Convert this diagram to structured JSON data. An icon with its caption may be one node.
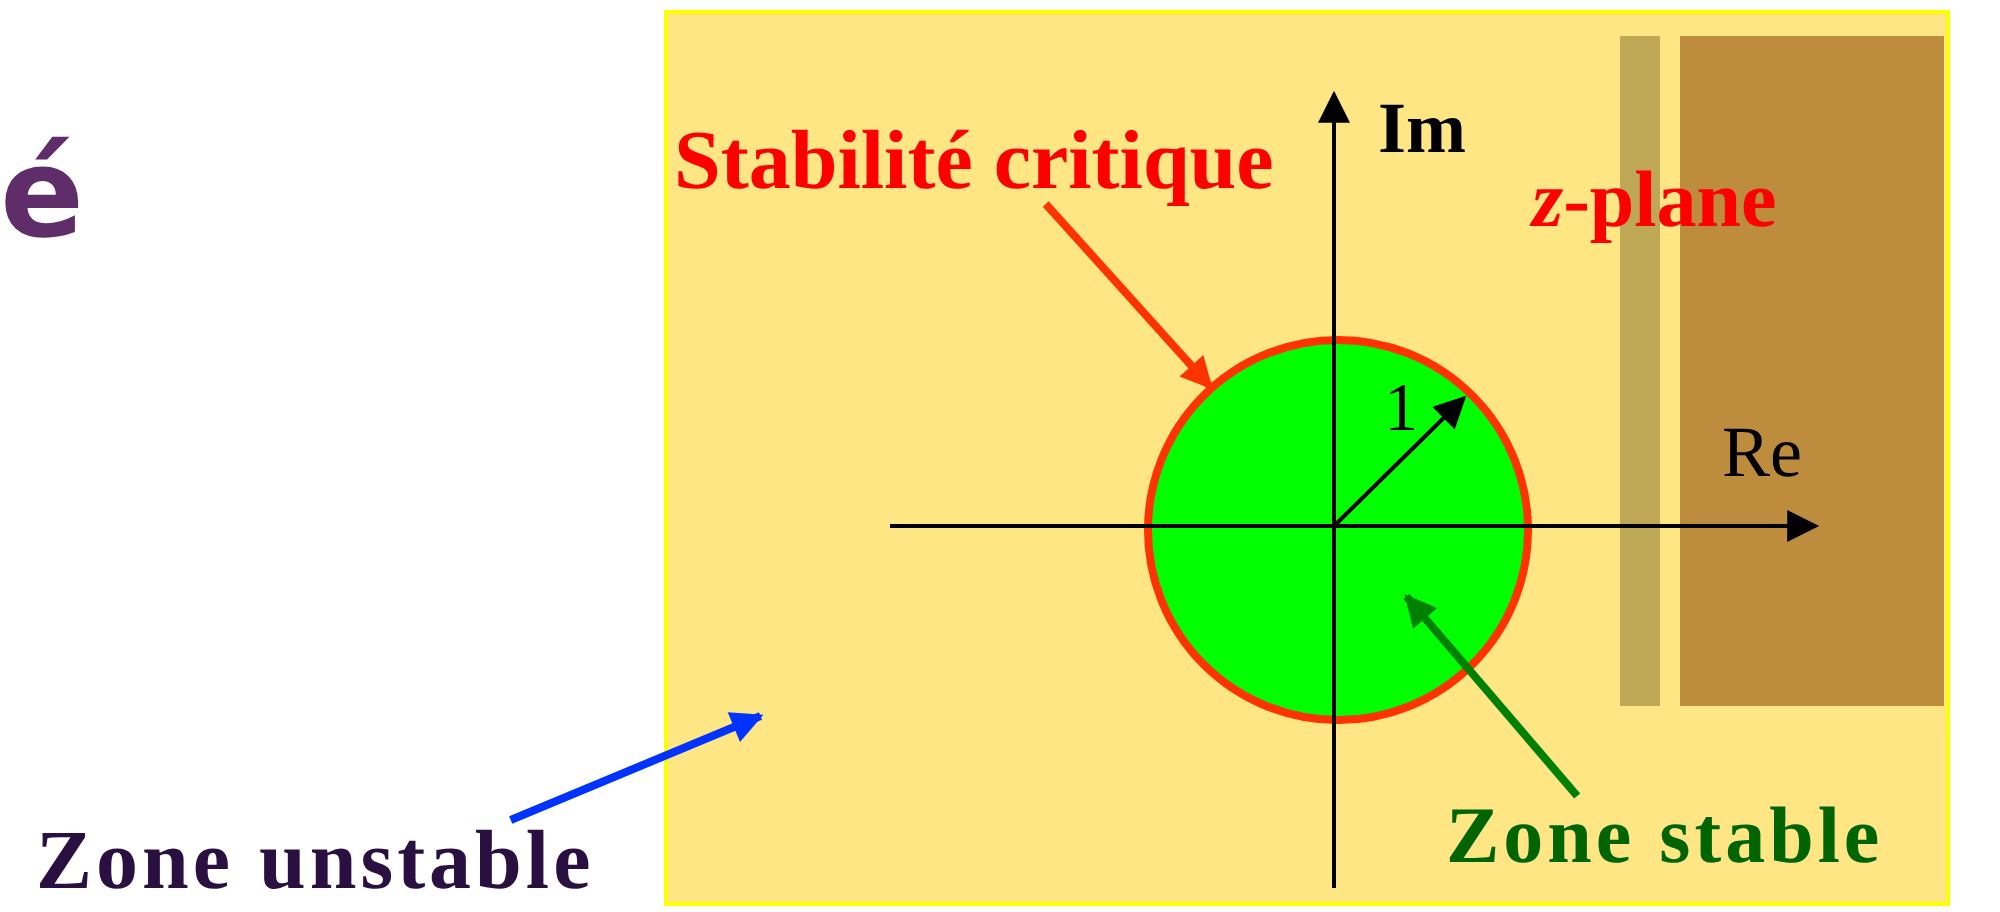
{
  "diagram": {
    "nodes": [
      {
        "text": [],
        "shape": "box"
      },
      {
        "text": [
          "Stabilité critique"
        ],
        "in": 0
      },
      {
        "text": [],
        "shape": "circle",
        "in": 0
      },
      {
        "text": [
          "Zone stable"
        ],
        "in": 0
      },
      {
        "text": [
          "Zone unstable"
        ]
      }
    ],
    "edges": [
      {
        "from": 1,
        "to": 2,
        "arrow": "to",
        "color": "#ff3300"
      },
      {
        "from": 3,
        "to": 2,
        "arrow": "to",
        "color": "#008000"
      },
      {
        "from": 4,
        "to": 0,
        "arrow": "to",
        "color": "#0033ff"
      }
    ],
    "labels": [
      "é",
      "Im",
      "*z*-plane",
      "1",
      "Re"
    ]
  }
}
